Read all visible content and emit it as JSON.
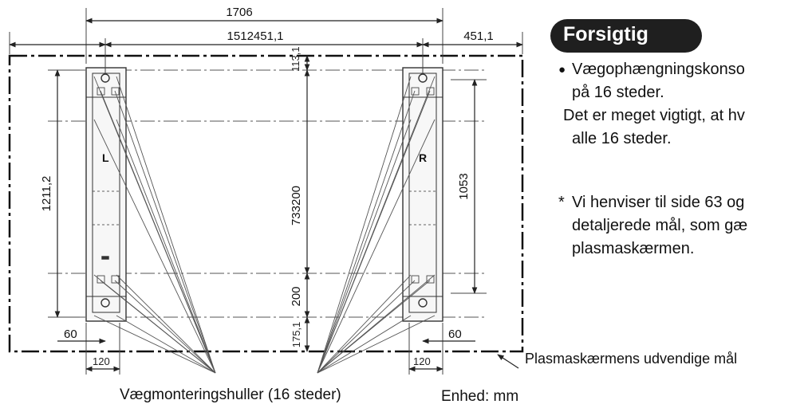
{
  "dimensions": {
    "total_width": "1706",
    "inner_width": "1512451,1",
    "right_width": "451,1",
    "top_small": "113,1",
    "center_height": "733200",
    "lower_gap": "200",
    "bottom_offset": "175,1",
    "left_height": "1211,2",
    "right_height": "1053",
    "left_offset": "60",
    "right_offset": "60",
    "left_bracket_width": "120",
    "right_bracket_width": "120"
  },
  "bracket_labels": {
    "left": "L",
    "right": "R"
  },
  "caution": {
    "heading": "Forsigtig",
    "bullet_symbol": "●",
    "bullet_lines": [
      "Vægophængningskonso",
      "på 16 steder.",
      "Det er meget vigtigt, at hv",
      "alle 16 steder."
    ],
    "note_symbol": "*",
    "note_lines": [
      "Vi henviser til side 63 og",
      "detaljerede mål, som gæ",
      "plasmaskærmen."
    ]
  },
  "labels": {
    "outer_dimension": "Plasmaskærmens udvendige mål",
    "holes": "Vægmonteringshuller (16 steder)",
    "unit": "Enhed: mm"
  }
}
